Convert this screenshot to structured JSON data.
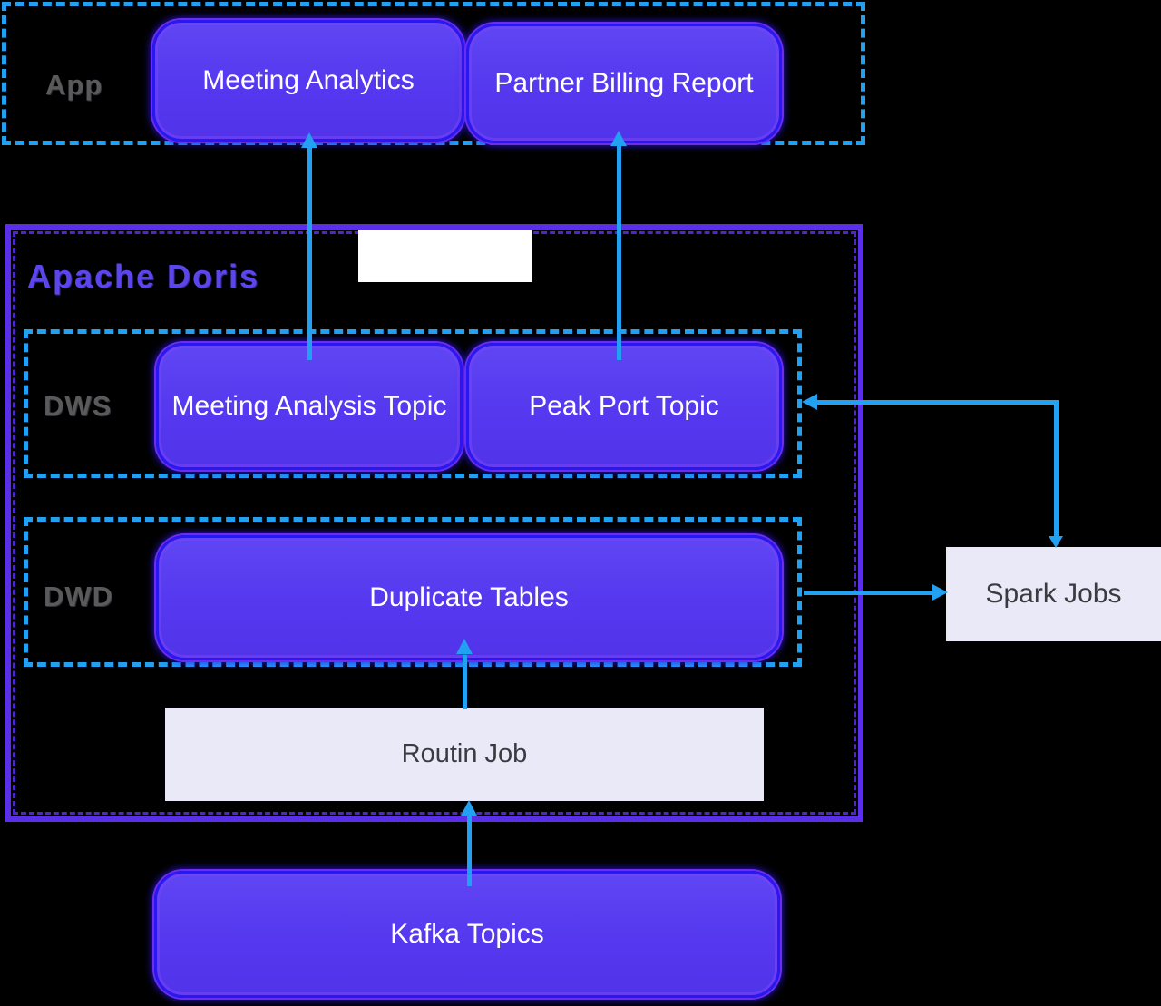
{
  "colors": {
    "accent_blue": "#22A0F2",
    "purple_border": "#5B2FEA",
    "node_fill": "#5538EF",
    "node_border": "#2A18F0",
    "light_box_bg": "#E9E9F8",
    "gray_label": "#5A5A5C",
    "title_purple": "#5B46EE",
    "node_text": "#FFFFFF",
    "dark_text": "#3B3B3F",
    "bg": "#000000"
  },
  "app_section": {
    "label": "App",
    "nodes": [
      {
        "label": "Meeting Analytics"
      },
      {
        "label": "Partner Billing Report"
      }
    ]
  },
  "doris_section": {
    "title": "Apache Doris",
    "dws": {
      "label": "DWS",
      "nodes": [
        {
          "label": "Meeting Analysis Topic"
        },
        {
          "label": "Peak Port Topic"
        }
      ]
    },
    "dwd": {
      "label": "DWD",
      "nodes": [
        {
          "label": "Duplicate Tables"
        }
      ]
    },
    "routin_job": {
      "label": "Routin Job"
    }
  },
  "external": {
    "kafka": {
      "label": "Kafka Topics"
    },
    "spark": {
      "label": "Spark Jobs"
    }
  }
}
